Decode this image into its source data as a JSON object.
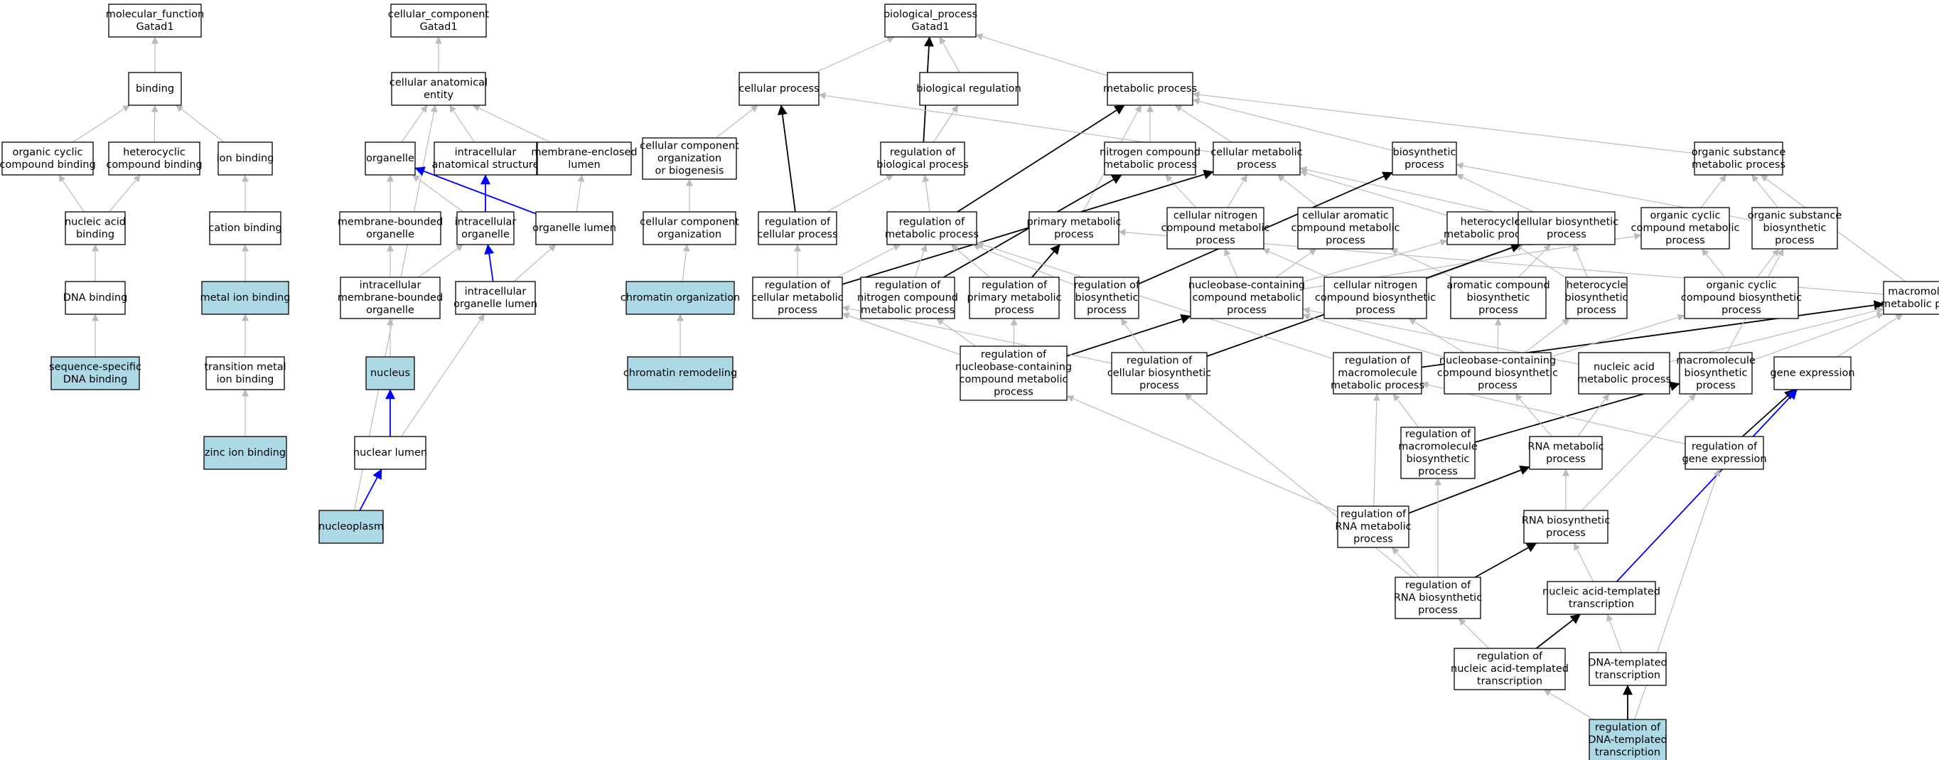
{
  "colors": {
    "node_fill": "#ffffff",
    "highlight_fill": "#add8e6",
    "edge_default": "#bbbbbb",
    "edge_strong": "#000000",
    "edge_blue": "#0000ff"
  },
  "nodes": [
    {
      "id": "mf",
      "lines": [
        "molecular_function",
        "Gatad1"
      ]
    },
    {
      "id": "binding",
      "lines": [
        "binding"
      ]
    },
    {
      "id": "ocb",
      "lines": [
        "organic cyclic",
        "compound binding"
      ]
    },
    {
      "id": "hcb",
      "lines": [
        "heterocyclic",
        "compound binding"
      ]
    },
    {
      "id": "ionb",
      "lines": [
        "ion binding"
      ]
    },
    {
      "id": "nab",
      "lines": [
        "nucleic acid",
        "binding"
      ]
    },
    {
      "id": "cationb",
      "lines": [
        "cation binding"
      ]
    },
    {
      "id": "dnab",
      "lines": [
        "DNA binding"
      ]
    },
    {
      "id": "metalb",
      "lines": [
        "metal ion binding"
      ],
      "hl": true
    },
    {
      "id": "ssdna",
      "lines": [
        "sequence-specific",
        "DNA binding"
      ],
      "hl": true
    },
    {
      "id": "tmib",
      "lines": [
        "transition metal",
        "ion binding"
      ]
    },
    {
      "id": "zinc",
      "lines": [
        "zinc ion binding"
      ],
      "hl": true
    },
    {
      "id": "cc",
      "lines": [
        "cellular_component",
        "Gatad1"
      ]
    },
    {
      "id": "cae",
      "lines": [
        "cellular anatomical",
        "entity"
      ]
    },
    {
      "id": "organelle",
      "lines": [
        "organelle"
      ]
    },
    {
      "id": "ias",
      "lines": [
        "intracellular",
        "anatomical structure"
      ]
    },
    {
      "id": "mel",
      "lines": [
        "membrane-enclosed",
        "lumen"
      ]
    },
    {
      "id": "mbo",
      "lines": [
        "membrane-bounded",
        "organelle"
      ]
    },
    {
      "id": "io",
      "lines": [
        "intracellular",
        "organelle"
      ]
    },
    {
      "id": "olumen",
      "lines": [
        "organelle lumen"
      ]
    },
    {
      "id": "imbo",
      "lines": [
        "intracellular",
        "membrane-bounded",
        "organelle"
      ]
    },
    {
      "id": "iol",
      "lines": [
        "intracellular",
        "organelle lumen"
      ]
    },
    {
      "id": "nucleus",
      "lines": [
        "nucleus"
      ],
      "hl": true
    },
    {
      "id": "nlumen",
      "lines": [
        "nuclear lumen"
      ]
    },
    {
      "id": "nucleoplasm",
      "lines": [
        "nucleoplasm"
      ],
      "hl": true
    },
    {
      "id": "bp",
      "lines": [
        "biological_process",
        "Gatad1"
      ]
    },
    {
      "id": "cellp",
      "lines": [
        "cellular process"
      ]
    },
    {
      "id": "bioreg",
      "lines": [
        "biological regulation"
      ]
    },
    {
      "id": "metp",
      "lines": [
        "metabolic process"
      ]
    },
    {
      "id": "ccob",
      "lines": [
        "cellular component",
        "organization",
        "or biogenesis"
      ]
    },
    {
      "id": "rbp",
      "lines": [
        "regulation of",
        "biological process"
      ]
    },
    {
      "id": "ncmp",
      "lines": [
        "nitrogen compound",
        "metabolic process"
      ]
    },
    {
      "id": "cmp",
      "lines": [
        "cellular metabolic",
        "process"
      ]
    },
    {
      "id": "biosp",
      "lines": [
        "biosynthetic",
        "process"
      ]
    },
    {
      "id": "osmp",
      "lines": [
        "organic substance",
        "metabolic process"
      ]
    },
    {
      "id": "cco",
      "lines": [
        "cellular component",
        "organization"
      ]
    },
    {
      "id": "rcp",
      "lines": [
        "regulation of",
        "cellular process"
      ]
    },
    {
      "id": "rmp",
      "lines": [
        "regulation of",
        "metabolic process"
      ]
    },
    {
      "id": "pmp",
      "lines": [
        "primary metabolic",
        "process"
      ]
    },
    {
      "id": "cncmp",
      "lines": [
        "cellular nitrogen",
        "compound metabolic",
        "process"
      ]
    },
    {
      "id": "cacmp",
      "lines": [
        "cellular aromatic",
        "compound metabolic",
        "process"
      ]
    },
    {
      "id": "hmp",
      "lines": [
        "heterocycle",
        "metabolic process"
      ]
    },
    {
      "id": "cbp",
      "lines": [
        "cellular biosynthetic",
        "process"
      ]
    },
    {
      "id": "occmp",
      "lines": [
        "organic cyclic",
        "compound metabolic",
        "process"
      ]
    },
    {
      "id": "osbp",
      "lines": [
        "organic substance",
        "biosynthetic",
        "process"
      ]
    },
    {
      "id": "chromorg",
      "lines": [
        "chromatin organization"
      ],
      "hl": true
    },
    {
      "id": "rcmp",
      "lines": [
        "regulation of",
        "cellular metabolic",
        "process"
      ]
    },
    {
      "id": "rncmp",
      "lines": [
        "regulation of",
        "nitrogen compound",
        "metabolic process"
      ]
    },
    {
      "id": "rpmp",
      "lines": [
        "regulation of",
        "primary metabolic",
        "process"
      ]
    },
    {
      "id": "rbiosp",
      "lines": [
        "regulation of",
        "biosynthetic",
        "process"
      ]
    },
    {
      "id": "nbcmp",
      "lines": [
        "nucleobase-containing",
        "compound metabolic",
        "process"
      ]
    },
    {
      "id": "cncbp",
      "lines": [
        "cellular nitrogen",
        "compound biosynthetic",
        "process"
      ]
    },
    {
      "id": "acbp",
      "lines": [
        "aromatic compound",
        "biosynthetic",
        "process"
      ]
    },
    {
      "id": "hbp",
      "lines": [
        "heterocycle",
        "biosynthetic",
        "process"
      ]
    },
    {
      "id": "occbp",
      "lines": [
        "organic cyclic",
        "compound biosynthetic",
        "process"
      ]
    },
    {
      "id": "mmp",
      "lines": [
        "macromolecule",
        "metabolic process"
      ]
    },
    {
      "id": "chromrem",
      "lines": [
        "chromatin remodeling"
      ],
      "hl": true
    },
    {
      "id": "rnbcmp",
      "lines": [
        "regulation of",
        "nucleobase-containing",
        "compound metabolic",
        "process"
      ]
    },
    {
      "id": "rcbp",
      "lines": [
        "regulation of",
        "cellular biosynthetic",
        "process"
      ]
    },
    {
      "id": "rmmp",
      "lines": [
        "regulation of",
        "macromolecule",
        "metabolic process"
      ]
    },
    {
      "id": "nbcbp",
      "lines": [
        "nucleobase-containing",
        "compound biosynthetic",
        "process"
      ]
    },
    {
      "id": "namp",
      "lines": [
        "nucleic acid",
        "metabolic process"
      ]
    },
    {
      "id": "mbp",
      "lines": [
        "macromolecule",
        "biosynthetic",
        "process"
      ]
    },
    {
      "id": "gexp",
      "lines": [
        "gene expression"
      ]
    },
    {
      "id": "rmbp",
      "lines": [
        "regulation of",
        "macromolecule",
        "biosynthetic",
        "process"
      ]
    },
    {
      "id": "rnamp",
      "lines": [
        "RNA metabolic",
        "process"
      ]
    },
    {
      "id": "rge",
      "lines": [
        "regulation of",
        "gene expression"
      ]
    },
    {
      "id": "rrnamp",
      "lines": [
        "regulation of",
        "RNA metabolic",
        "process"
      ]
    },
    {
      "id": "rnabp",
      "lines": [
        "RNA biosynthetic",
        "process"
      ]
    },
    {
      "id": "rrnabp",
      "lines": [
        "regulation of",
        "RNA biosynthetic",
        "process"
      ]
    },
    {
      "id": "natt",
      "lines": [
        "nucleic acid-templated",
        "transcription"
      ]
    },
    {
      "id": "rnatt",
      "lines": [
        "regulation of",
        "nucleic acid-templated",
        "transcription"
      ]
    },
    {
      "id": "dtt",
      "lines": [
        "DNA-templated",
        "transcription"
      ]
    },
    {
      "id": "rdtt",
      "lines": [
        "regulation of",
        "DNA-templated",
        "transcription"
      ],
      "hl": true
    }
  ],
  "edges": [
    [
      "binding",
      "mf"
    ],
    [
      "ocb",
      "binding"
    ],
    [
      "hcb",
      "binding"
    ],
    [
      "ionb",
      "binding"
    ],
    [
      "nab",
      "ocb"
    ],
    [
      "nab",
      "hcb"
    ],
    [
      "cationb",
      "ionb"
    ],
    [
      "dnab",
      "nab"
    ],
    [
      "metalb",
      "cationb"
    ],
    [
      "ssdna",
      "dnab"
    ],
    [
      "tmib",
      "metalb"
    ],
    [
      "zinc",
      "tmib"
    ],
    [
      "cae",
      "cc"
    ],
    [
      "organelle",
      "cae"
    ],
    [
      "ias",
      "cae"
    ],
    [
      "mel",
      "cae"
    ],
    [
      "nucleoplasm",
      "cae"
    ],
    [
      "mbo",
      "organelle"
    ],
    [
      "io",
      "organelle"
    ],
    [
      "io",
      "ias",
      "blue"
    ],
    [
      "olumen",
      "organelle",
      "blue"
    ],
    [
      "olumen",
      "mel"
    ],
    [
      "imbo",
      "mbo"
    ],
    [
      "imbo",
      "io"
    ],
    [
      "iol",
      "io",
      "blue"
    ],
    [
      "iol",
      "olumen"
    ],
    [
      "nucleus",
      "imbo"
    ],
    [
      "nlumen",
      "nucleus",
      "blue"
    ],
    [
      "nlumen",
      "iol"
    ],
    [
      "nucleoplasm",
      "nlumen",
      "blue"
    ],
    [
      "cellp",
      "bp"
    ],
    [
      "bioreg",
      "bp"
    ],
    [
      "metp",
      "bp"
    ],
    [
      "ccob",
      "cellp"
    ],
    [
      "rbp",
      "bioreg"
    ],
    [
      "rbp",
      "bp",
      "black"
    ],
    [
      "cco",
      "ccob"
    ],
    [
      "chromrem",
      "chromorg"
    ],
    [
      "chromorg",
      "cco"
    ],
    [
      "rcp",
      "cellp",
      "black"
    ],
    [
      "rcp",
      "rbp"
    ],
    [
      "rmp",
      "rbp"
    ],
    [
      "rmp",
      "metp",
      "black"
    ],
    [
      "ncmp",
      "metp"
    ],
    [
      "cmp",
      "metp"
    ],
    [
      "cmp",
      "cellp"
    ],
    [
      "biosp",
      "metp"
    ],
    [
      "osmp",
      "metp"
    ],
    [
      "pmp",
      "metp"
    ],
    [
      "cncmp",
      "cmp"
    ],
    [
      "cncmp",
      "ncmp"
    ],
    [
      "cacmp",
      "cmp"
    ],
    [
      "hmp",
      "cmp"
    ],
    [
      "cbp",
      "cmp"
    ],
    [
      "cbp",
      "biosp"
    ],
    [
      "occmp",
      "osmp"
    ],
    [
      "osbp",
      "osmp"
    ],
    [
      "osbp",
      "biosp"
    ],
    [
      "rcmp",
      "rcp"
    ],
    [
      "rcmp",
      "rmp"
    ],
    [
      "rcmp",
      "cmp",
      "black"
    ],
    [
      "rncmp",
      "rmp"
    ],
    [
      "rncmp",
      "ncmp",
      "black"
    ],
    [
      "rpmp",
      "rmp"
    ],
    [
      "rpmp",
      "pmp",
      "black"
    ],
    [
      "rbiosp",
      "rmp"
    ],
    [
      "rbiosp",
      "biosp",
      "black"
    ],
    [
      "nbcmp",
      "cncmp"
    ],
    [
      "nbcmp",
      "cacmp"
    ],
    [
      "nbcmp",
      "hmp"
    ],
    [
      "nbcmp",
      "occmp"
    ],
    [
      "cncbp",
      "cncmp"
    ],
    [
      "cncbp",
      "cbp"
    ],
    [
      "acbp",
      "cacmp"
    ],
    [
      "acbp",
      "cbp"
    ],
    [
      "hbp",
      "hmp"
    ],
    [
      "hbp",
      "cbp"
    ],
    [
      "occbp",
      "occmp"
    ],
    [
      "occbp",
      "osbp"
    ],
    [
      "mmp",
      "osmp"
    ],
    [
      "mmp",
      "pmp"
    ],
    [
      "rnbcmp",
      "rcmp"
    ],
    [
      "rnbcmp",
      "rncmp"
    ],
    [
      "rnbcmp",
      "rpmp"
    ],
    [
      "rnbcmp",
      "nbcmp",
      "black"
    ],
    [
      "rcbp",
      "rcmp"
    ],
    [
      "rcbp",
      "rbiosp"
    ],
    [
      "rcbp",
      "cbp",
      "black"
    ],
    [
      "rmmp",
      "rmp"
    ],
    [
      "rmmp",
      "mmp",
      "black"
    ],
    [
      "nbcbp",
      "nbcmp"
    ],
    [
      "nbcbp",
      "cncbp"
    ],
    [
      "nbcbp",
      "acbp"
    ],
    [
      "nbcbp",
      "hbp"
    ],
    [
      "nbcbp",
      "occbp"
    ],
    [
      "namp",
      "nbcmp"
    ],
    [
      "namp",
      "mmp"
    ],
    [
      "mbp",
      "mmp"
    ],
    [
      "mbp",
      "osbp"
    ],
    [
      "gexp",
      "mmp"
    ],
    [
      "rmbp",
      "rmmp"
    ],
    [
      "rmbp",
      "mbp",
      "black"
    ],
    [
      "rnamp",
      "namp"
    ],
    [
      "rnamp",
      "nbcbp"
    ],
    [
      "rge",
      "rmmp"
    ],
    [
      "rge",
      "gexp",
      "black"
    ],
    [
      "rrnamp",
      "rnbcmp"
    ],
    [
      "rrnamp",
      "rmmp"
    ],
    [
      "rrnamp",
      "rnamp",
      "black"
    ],
    [
      "rnabp",
      "rnamp"
    ],
    [
      "rnabp",
      "mbp"
    ],
    [
      "rrnabp",
      "rcbp"
    ],
    [
      "rrnabp",
      "rmbp"
    ],
    [
      "rrnabp",
      "rrnamp"
    ],
    [
      "rrnabp",
      "rnabp",
      "black"
    ],
    [
      "natt",
      "rnabp"
    ],
    [
      "natt",
      "gexp",
      "blue"
    ],
    [
      "rnatt",
      "rrnabp"
    ],
    [
      "rnatt",
      "natt",
      "black"
    ],
    [
      "dtt",
      "natt"
    ],
    [
      "rdtt",
      "rnatt"
    ],
    [
      "rdtt",
      "dtt",
      "black"
    ],
    [
      "rdtt",
      "rge"
    ]
  ]
}
